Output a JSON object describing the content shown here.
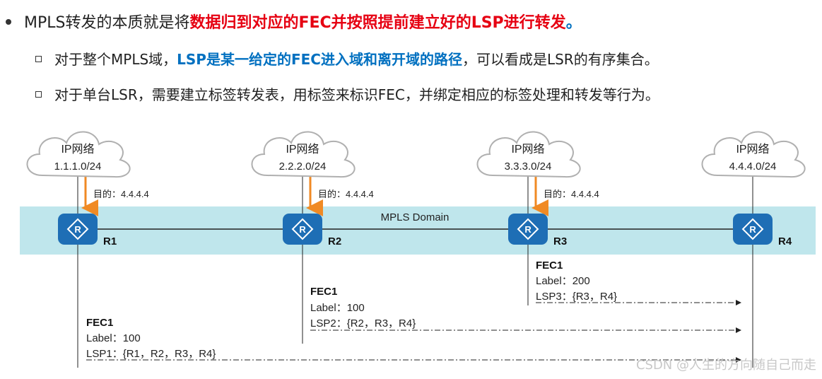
{
  "bullets": {
    "main": {
      "prefix": "MPLS转发的本质就是将",
      "highlight": "数据归到对应的FEC并按照提前建立好的LSP进行转发",
      "suffix": "。"
    },
    "sub1": {
      "prefix": "对于整个MPLS域，",
      "highlight": "LSP是某一给定的FEC进入域和离开域的路径",
      "suffix": "，可以看成是LSR的有序集合。"
    },
    "sub2": {
      "text": "对于单台LSR，需要建立标签转发表，用标签来标识FEC，并绑定相应的标签处理和转发等行为。"
    }
  },
  "diagram": {
    "domain_label": "MPLS Domain",
    "clouds": [
      {
        "title": "IP网络",
        "subnet": "1.1.1.0/24"
      },
      {
        "title": "IP网络",
        "subnet": "2.2.2.0/24"
      },
      {
        "title": "IP网络",
        "subnet": "3.3.3.0/24"
      },
      {
        "title": "IP网络",
        "subnet": "4.4.4.0/24"
      }
    ],
    "destinations": [
      "目的：4.4.4.4",
      "目的：4.4.4.4",
      "目的：4.4.4.4"
    ],
    "routers": [
      {
        "label": "R1",
        "glyph": "R"
      },
      {
        "label": "R2",
        "glyph": "R"
      },
      {
        "label": "R3",
        "glyph": "R"
      },
      {
        "label": "R4",
        "glyph": "R"
      }
    ],
    "fecs": [
      {
        "name": "FEC1",
        "label": "Label：200",
        "lsp": "LSP3：{R3，R4}"
      },
      {
        "name": "FEC1",
        "label": "Label：100",
        "lsp": "LSP2：{R2，R3，R4}"
      },
      {
        "name": "FEC1",
        "label": "Label：100",
        "lsp": "LSP1：{R1，R2，R3，R4}"
      }
    ]
  },
  "watermark": "CSDN @人生的方向随自己而走",
  "colors": {
    "accent_red": "#e60012",
    "accent_blue": "#0070c0",
    "domain_band": "#bfe6ec",
    "router_fill": "#1e6eb5",
    "arrow_orange": "#f08a24"
  }
}
